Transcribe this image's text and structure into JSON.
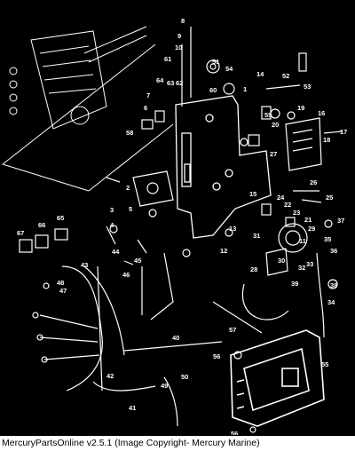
{
  "footer": {
    "caption": "MercuryPartsOnline v2.5.1 (Image Copyright- Mercury Marine)"
  },
  "callouts": [
    "1",
    "2",
    "3",
    "4",
    "5",
    "6",
    "7",
    "8",
    "9",
    "10",
    "11",
    "12",
    "13",
    "14",
    "15",
    "16",
    "17",
    "18",
    "19",
    "20",
    "21",
    "22",
    "23",
    "24",
    "25",
    "26",
    "27",
    "28",
    "29",
    "30",
    "31",
    "32",
    "33",
    "34",
    "35",
    "36",
    "37",
    "38",
    "39",
    "40",
    "41",
    "42",
    "43",
    "44",
    "45",
    "46",
    "47",
    "48",
    "49",
    "50",
    "51",
    "52",
    "53",
    "54",
    "55",
    "56",
    "57",
    "58",
    "59",
    "60",
    "61",
    "62",
    "63",
    "64",
    "65",
    "66",
    "67"
  ]
}
